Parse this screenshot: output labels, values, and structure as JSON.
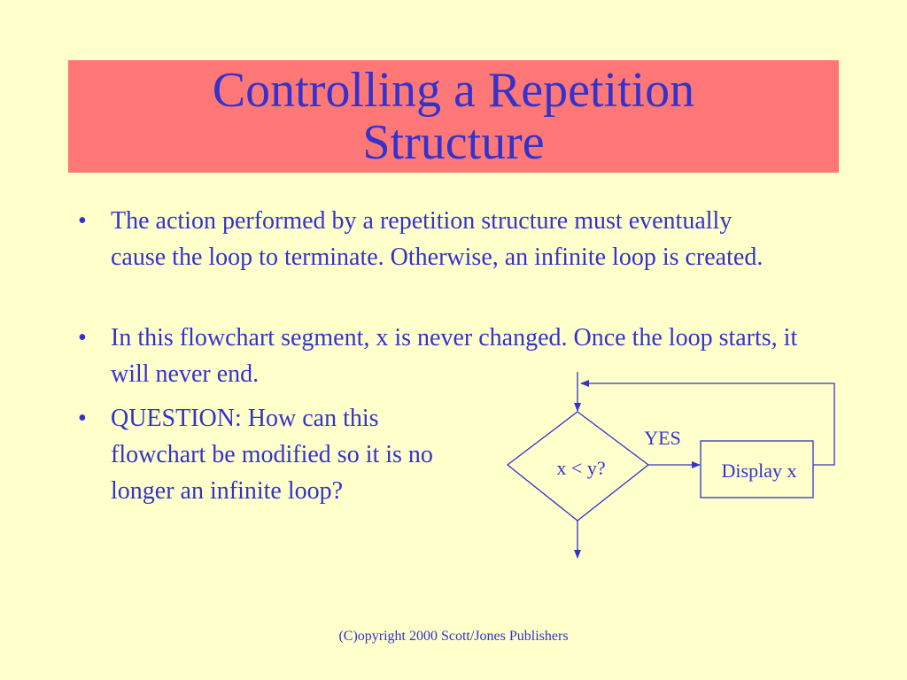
{
  "slide": {
    "title": "Controlling a Repetition Structure",
    "bullets": [
      {
        "marker": "•",
        "text": "The action performed by a repetition structure must eventually cause the loop to terminate. Otherwise, an infinite loop is created."
      },
      {
        "marker": "•",
        "text": "In this flowchart segment, x is never changed. Once the loop starts, it will never end."
      },
      {
        "marker": "•",
        "text": "QUESTION: How can this flowchart be modified so it is no longer an infinite loop?"
      }
    ],
    "footer": "(C)opyright 2000 Scott/Jones Publishers"
  },
  "flowchart": {
    "decision_label": "x < y?",
    "yes_label": "YES",
    "process_label": "Display x"
  },
  "colors": {
    "background": "#ffffcc",
    "title_band": "#ff7777",
    "text": "#3333cc"
  }
}
